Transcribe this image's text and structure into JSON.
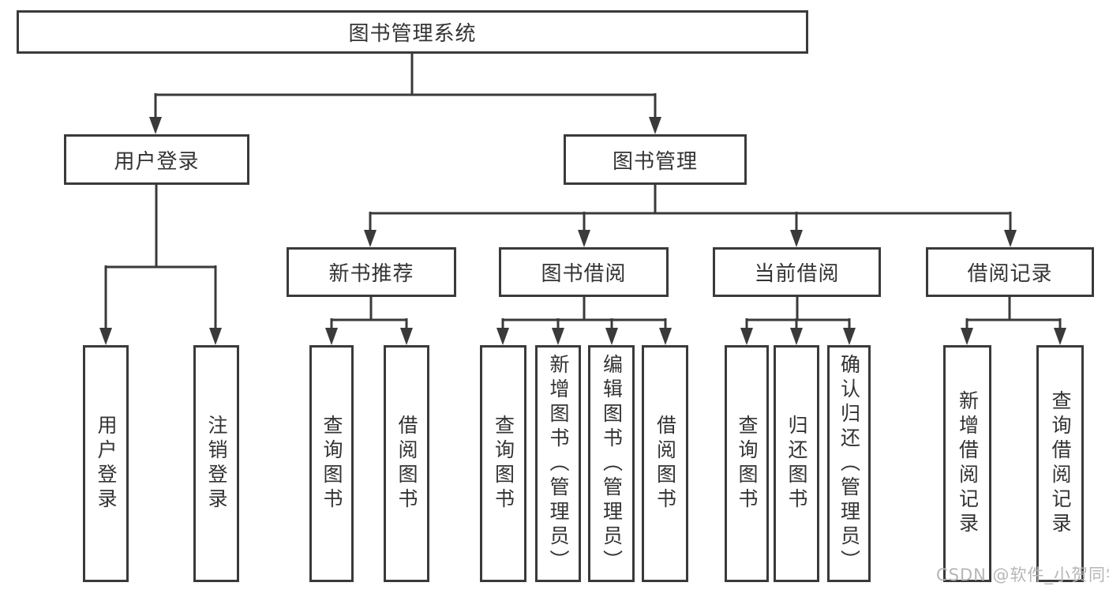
{
  "root": {
    "label": "图书管理系统"
  },
  "branches": [
    {
      "label": "用户登录",
      "leaves": [
        {
          "label": "用户登录"
        },
        {
          "label": "注销登录"
        }
      ]
    },
    {
      "label": "图书管理",
      "sections": [
        {
          "label": "新书推荐",
          "leaves": [
            {
              "label": "查询图书"
            },
            {
              "label": "借阅图书"
            }
          ]
        },
        {
          "label": "图书借阅",
          "leaves": [
            {
              "label": "查询图书"
            },
            {
              "label": "新增图书（管理员）"
            },
            {
              "label": "编辑图书（管理员）"
            },
            {
              "label": "借阅图书"
            }
          ]
        },
        {
          "label": "当前借阅",
          "leaves": [
            {
              "label": "查询图书"
            },
            {
              "label": "归还图书"
            },
            {
              "label": "确认归还（管理员）"
            }
          ]
        },
        {
          "label": "借阅记录",
          "leaves": [
            {
              "label": "新增借阅记录"
            },
            {
              "label": "查询借阅记录"
            }
          ]
        }
      ]
    }
  ],
  "watermark": "CSDN @软件_小贺同学",
  "colors": {
    "line": "#3a3a3a",
    "text": "#333333",
    "watermark": "#b6b6b6",
    "background": "#ffffff"
  }
}
